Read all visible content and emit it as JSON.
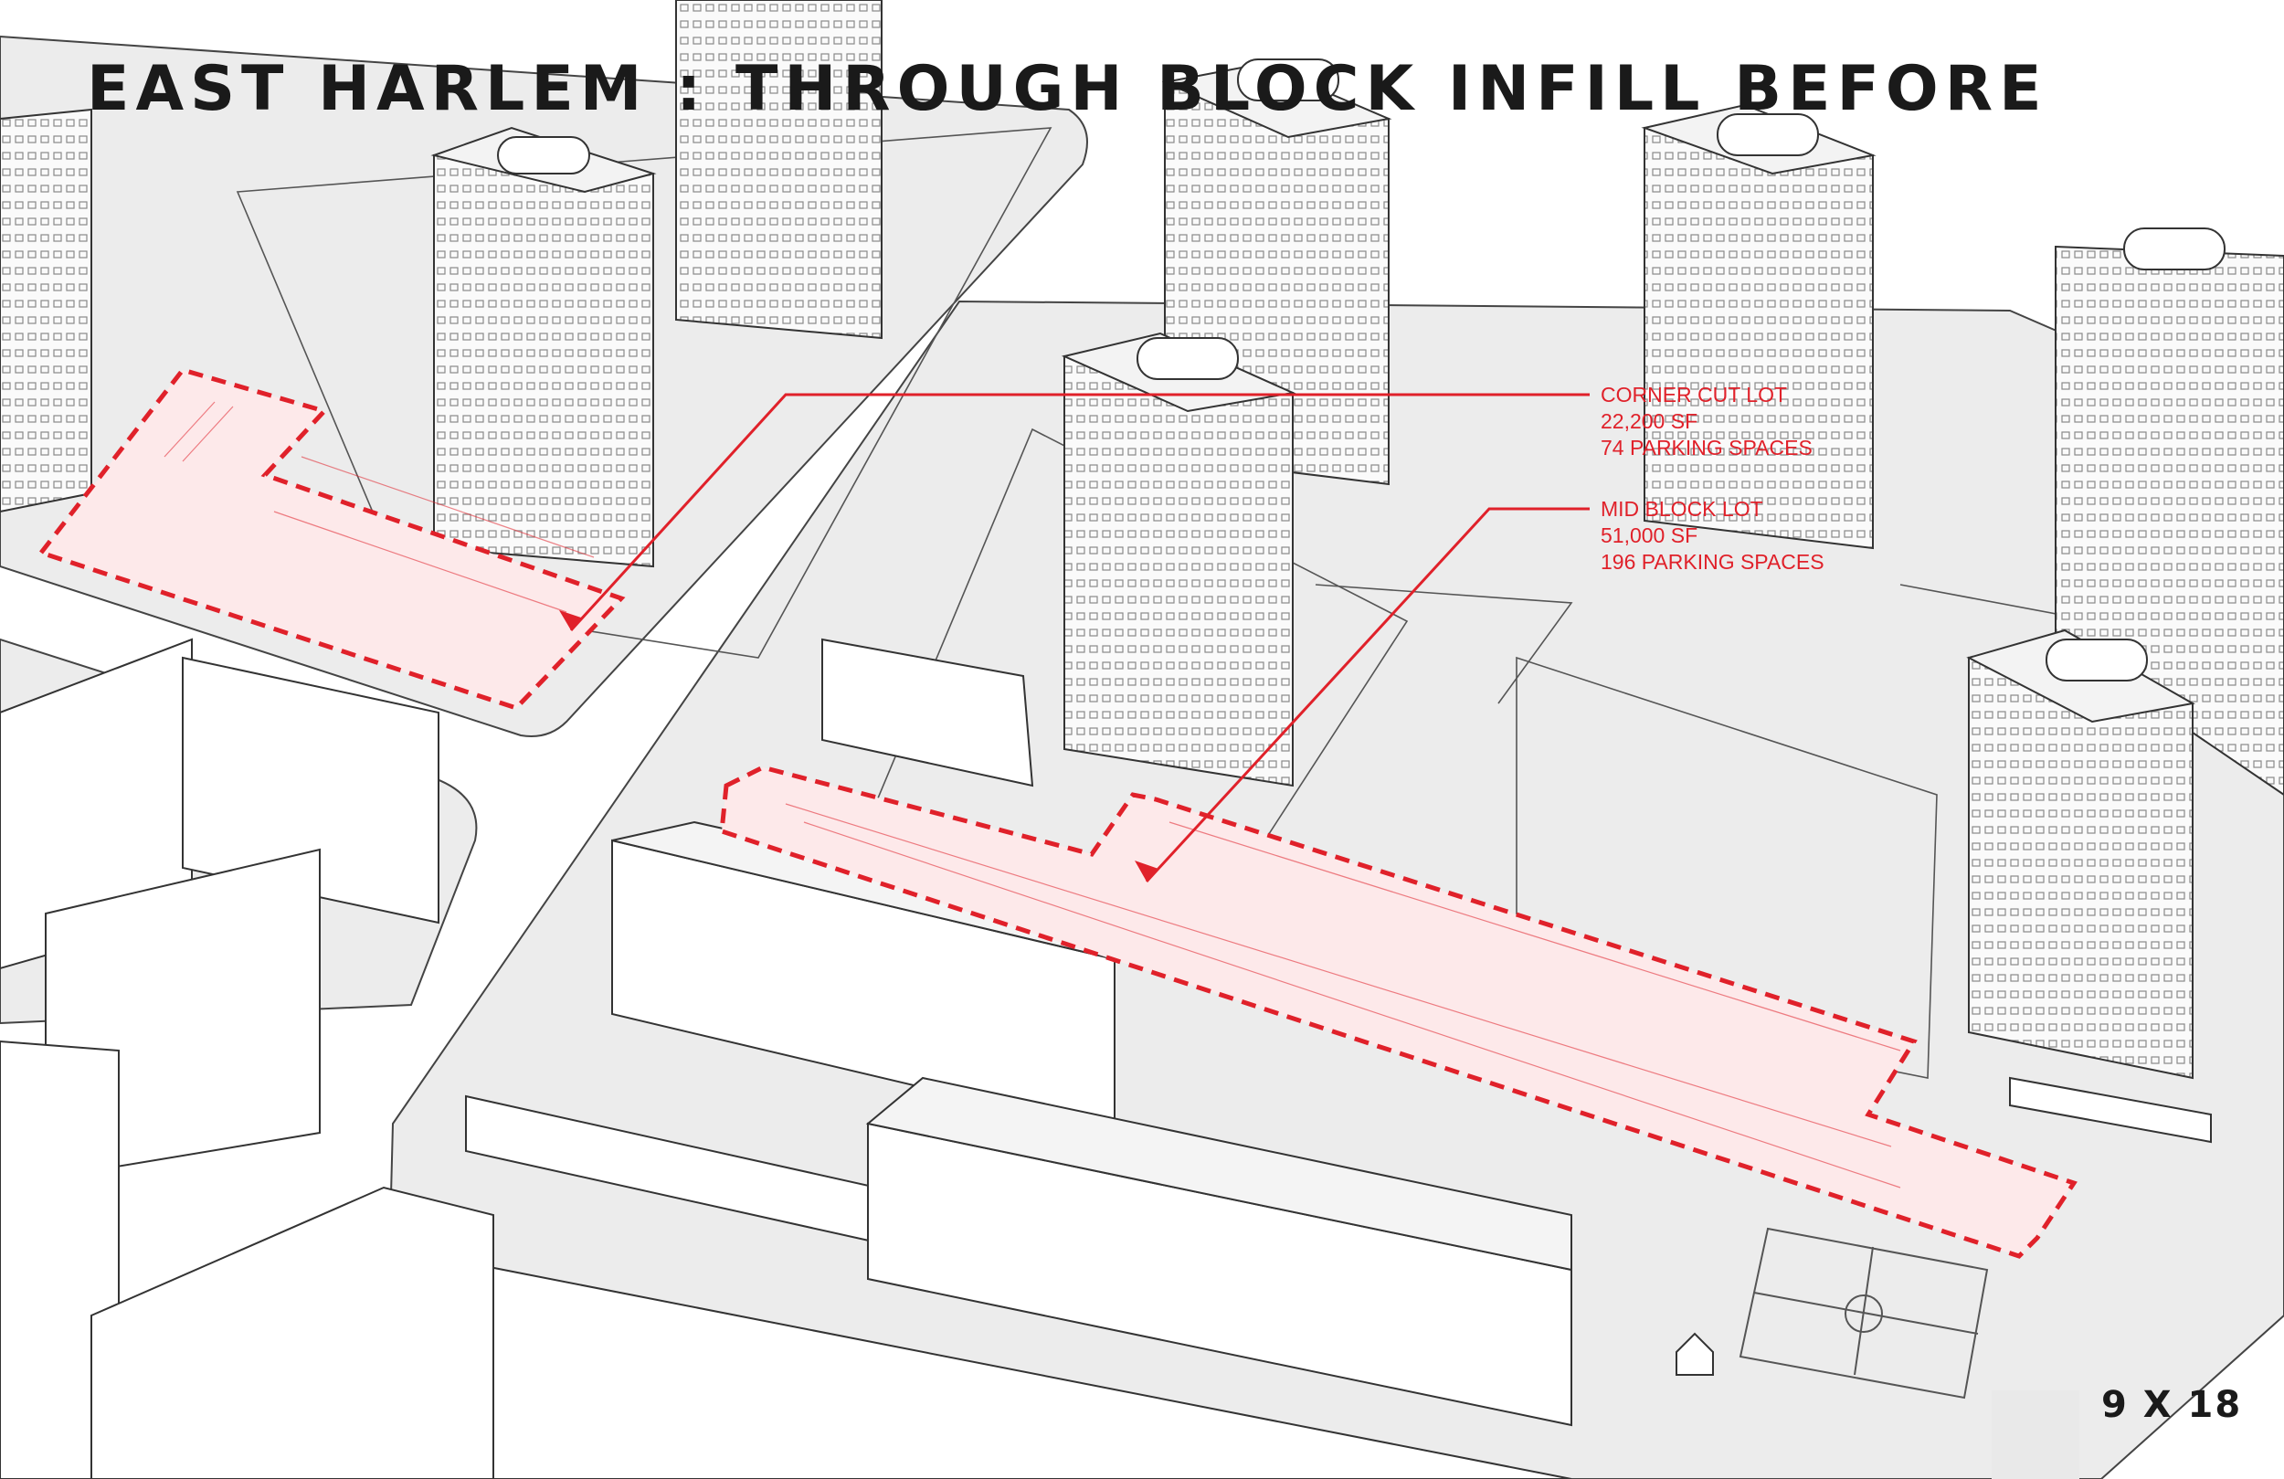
{
  "title": "EAST HARLEM : THROUGH BLOCK INFILL BEFORE",
  "callouts": [
    {
      "name": "CORNER CUT LOT",
      "area": "22,200 SF",
      "parking": "74 PARKING SPACES"
    },
    {
      "name": "MID BLOCK LOT",
      "area": "51,000 SF",
      "parking": "196 PARKING SPACES"
    }
  ],
  "grid_label": "9 X 18",
  "colors": {
    "highlight": "#e0212a",
    "lot_fill": "#fde9ea",
    "ground": "#ececec",
    "building": "#ffffff"
  }
}
